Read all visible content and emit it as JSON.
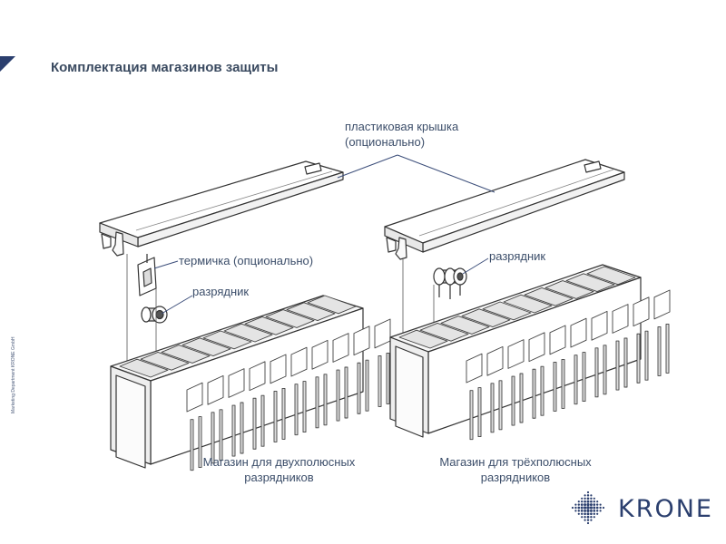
{
  "title": "Комплектация магазинов защиты",
  "labels": {
    "cover": [
      "пластиковая крышка",
      "(опционально)"
    ],
    "thermal": "термичка (опционально)",
    "arrester_left": "разрядник",
    "arrester_right": "разрядник",
    "caption_left": [
      "Магазин для двухполюсных",
      "разрядников"
    ],
    "caption_right": [
      "Магазин для трёхполюсных",
      "разрядников"
    ]
  },
  "side_note": "Marketing Department KRONE GmbH",
  "logo": {
    "word": "KRONE",
    "brand_color": "#2b3f6e"
  },
  "colors": {
    "text": "#3a4a60",
    "leader_line": "#3c4e7a",
    "drawing_line": "#333333"
  }
}
